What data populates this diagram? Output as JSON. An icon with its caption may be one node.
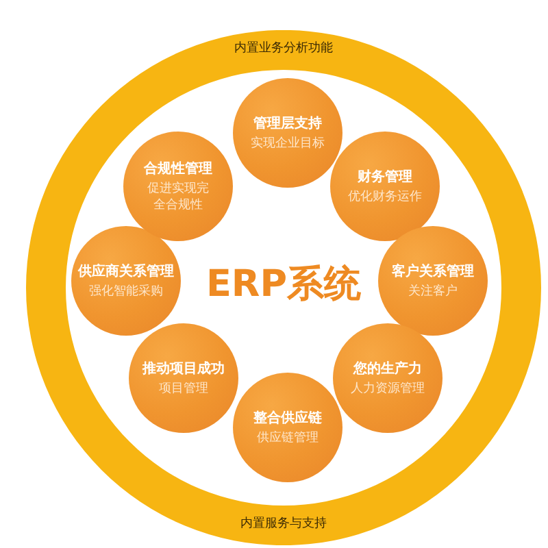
{
  "diagram": {
    "title": "ERP系统",
    "nodes": [
      {
        "text": [
          "内置业务分析功能",
          "内置服务与支持"
        ]
      },
      {
        "text": [
          "管理层支持",
          "实现企业目标"
        ],
        "in": 0
      },
      {
        "text": [
          "财务管理",
          "优化财务运作"
        ],
        "in": 0
      },
      {
        "text": [
          "客户关系管理",
          "关注客户"
        ],
        "in": 0
      },
      {
        "text": [
          "您的生产力",
          "人力资源管理"
        ],
        "in": 0
      },
      {
        "text": [
          "整合供应链",
          "供应链管理"
        ],
        "in": 0
      },
      {
        "text": [
          "推动项目成功",
          "项目管理"
        ],
        "in": 0
      },
      {
        "text": [
          "供应商关系管理",
          "强化智能采购"
        ],
        "in": 0
      },
      {
        "text": [
          "合规性管理",
          "促进实现完全合规性"
        ],
        "in": 0
      }
    ]
  }
}
